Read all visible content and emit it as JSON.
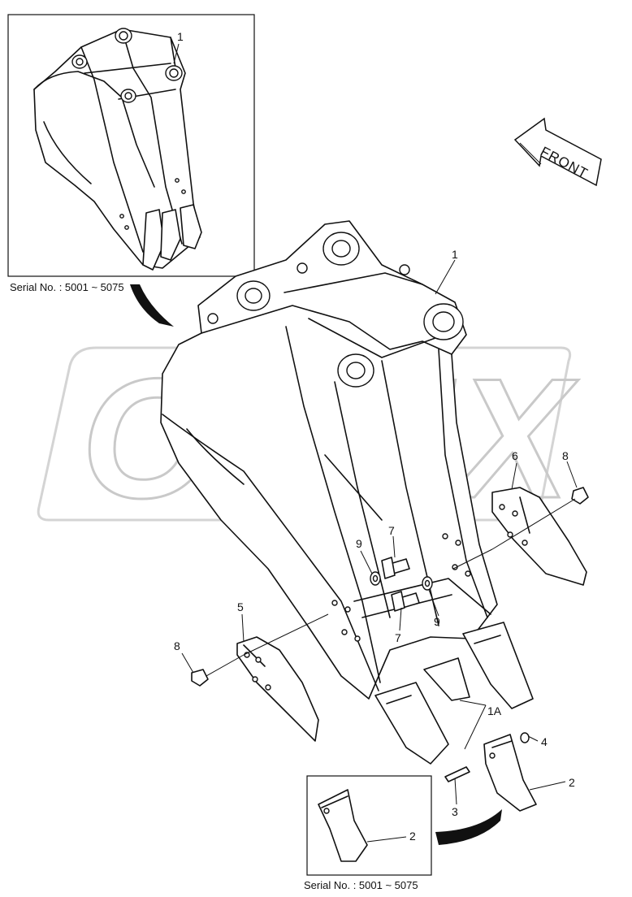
{
  "watermark": {
    "text": "OPEX"
  },
  "inset_top": {
    "serial_label": "Serial No. : 5001 ~ 5075",
    "callout": "1"
  },
  "inset_bottom": {
    "serial_label": "Serial No. : 5001 ~ 5075",
    "callout": "2"
  },
  "front_arrow": {
    "label": "FRONT"
  },
  "callouts": {
    "c1": "1",
    "c1A": "1A",
    "c2": "2",
    "c3": "3",
    "c4": "4",
    "c5": "5",
    "c6": "6",
    "c7a": "7",
    "c7b": "7",
    "c8a": "8",
    "c8b": "8",
    "c9a": "9",
    "c9b": "9"
  }
}
